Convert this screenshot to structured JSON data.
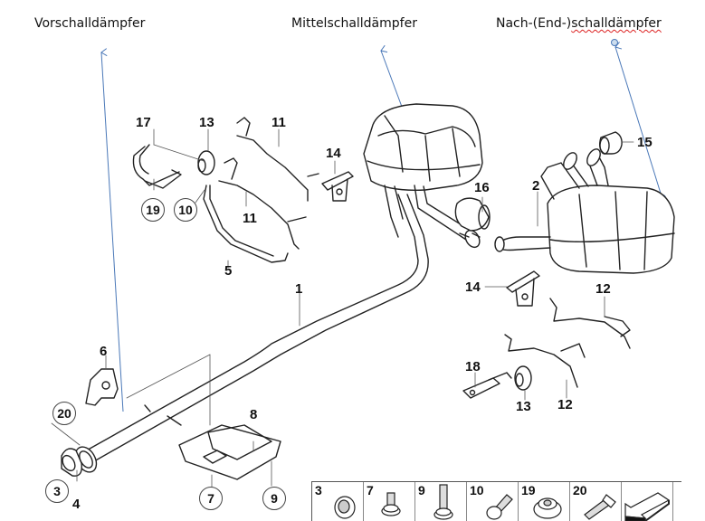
{
  "headers": {
    "pre_muffler": "Vorschalldämpfer",
    "middle_muffler": "Mittelschalldämpfer",
    "rear_muffler_prefix": "Nach-(End-)",
    "rear_muffler_suffix": "schalldämpfer"
  },
  "part_labels": {
    "p1": "1",
    "p2": "2",
    "p4": "4",
    "p5": "5",
    "p6": "6",
    "p8": "8",
    "p11a": "11",
    "p11b": "11",
    "p12a": "12",
    "p12b": "12",
    "p13a": "13",
    "p13b": "13",
    "p14a": "14",
    "p14b": "14",
    "p15": "15",
    "p16": "16",
    "p17": "17",
    "p18": "18"
  },
  "circled_labels": {
    "c3": "3",
    "c7": "7",
    "c9": "9",
    "c10": "10",
    "c19": "19",
    "c20": "20"
  },
  "legend": {
    "items": [
      {
        "num": "3",
        "icon": "flange-nut"
      },
      {
        "num": "7",
        "icon": "short-collar-bolt"
      },
      {
        "num": "9",
        "icon": "long-collar-bolt"
      },
      {
        "num": "10",
        "icon": "angled-bolt"
      },
      {
        "num": "19",
        "icon": "cap-nut"
      },
      {
        "num": "20",
        "icon": "stud-bolt"
      },
      {
        "num": "",
        "icon": "forward-arrow"
      }
    ]
  },
  "colors": {
    "annotation_arrow": "#4a78b8",
    "line_art": "#222222",
    "spellcheck_underline": "#dd2222"
  }
}
